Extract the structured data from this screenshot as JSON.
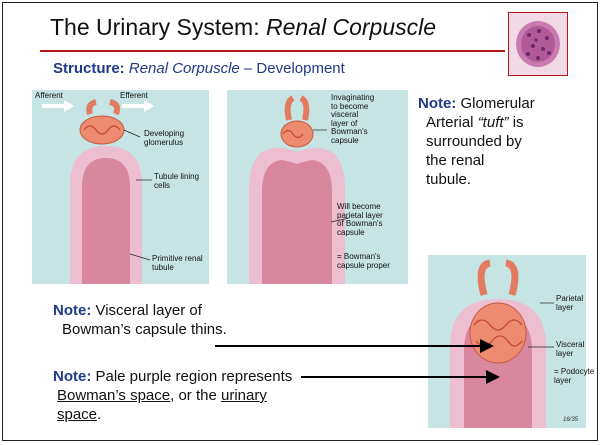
{
  "slide": {
    "title_main": "The Urinary System: ",
    "title_italic": "Renal Corpuscle",
    "subtitle_label": "Structure:",
    "subtitle_italic": "Renal Corpuscle",
    "subtitle_rest": " – Development",
    "page_number": "16/35"
  },
  "panel1": {
    "afferent": "Afferent",
    "efferent": "Efferent",
    "developing_glomerulus": "Developing\nglomerulus",
    "tubule_lining": "Tubule lining\ncells",
    "primitive_tubule": "Primitive renal\ntubule"
  },
  "panel2": {
    "invaginating": "Invaginating\nto become\nvisceral\nlayer of\nBowman's\ncapsule",
    "parietal": "Will become\nparietal layer\nof Bowman's\ncapsule",
    "capsule_proper": "= Bowman's\ncapsule proper"
  },
  "panel3": {
    "parietal_layer": "Parietal\nlayer",
    "visceral_layer": "Visceral\nlayer",
    "podocyte_layer": "= Podocyte\nlayer"
  },
  "notes": {
    "note_label": "Note:",
    "tuft_1": " Glomerular",
    "tuft_2a": "Arterial ",
    "tuft_2b": "“tuft”",
    "tuft_2c": " is",
    "tuft_3": "surrounded by",
    "tuft_4": "the renal",
    "tuft_5": "tubule.",
    "visceral_1": " Visceral layer of",
    "visceral_2": "Bowman’s capsule thins.",
    "pale_1": " Pale purple region represents",
    "pale_2a": "Bowman’s space",
    "pale_2b": ", or the ",
    "pale_2c": "urinary",
    "pale_3a": "space",
    "pale_3b": "."
  },
  "colors": {
    "heading_blue": "#1f3a86",
    "accent_red": "#b01818",
    "panel_teal": "#c5e4e3",
    "tissue_pink": "#e8a0b8",
    "vessel_orange": "#e87a5c"
  }
}
